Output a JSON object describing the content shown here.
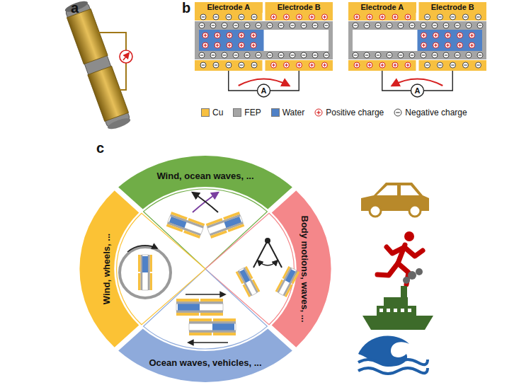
{
  "diagram": {
    "nodes": [
      {
        "text": [
          "Electrode A"
        ]
      },
      {
        "text": [
          "Electrode B"
        ]
      },
      {
        "text": [
          "Electrode A"
        ]
      },
      {
        "text": [
          "Electrode B"
        ]
      },
      {
        "text": [
          "Wind, ocean waves, ..."
        ]
      },
      {
        "text": [
          "Body motions, waves, ..."
        ]
      },
      {
        "text": [
          "Ocean waves, vehicles, ..."
        ]
      },
      {
        "text": [
          "Wind, wheels, ..."
        ]
      }
    ],
    "labels": [
      "a",
      "b",
      "A",
      "A",
      "c"
    ],
    "legend": [
      {
        "text": "Cu",
        "color": "#f7c040"
      },
      {
        "text": "FEP",
        "color": "#a5a5a5"
      },
      {
        "text": "Water",
        "color": "#4f81c7"
      },
      {
        "text": "Positive charge"
      },
      {
        "text": "Negative charge"
      }
    ]
  }
}
